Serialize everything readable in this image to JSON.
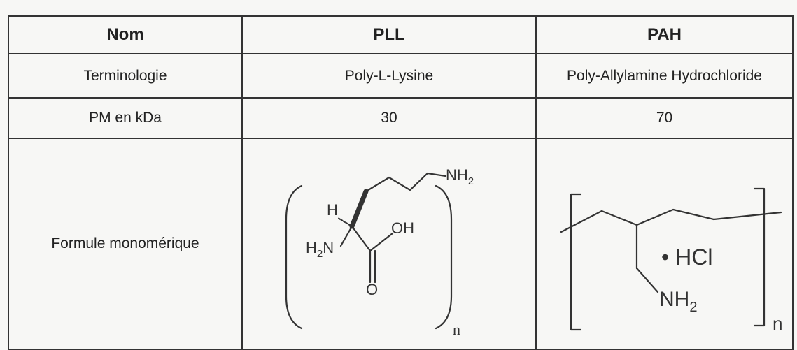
{
  "table": {
    "header": {
      "label": "Nom",
      "col_pll": "PLL",
      "col_pah": "PAH"
    },
    "rows": {
      "terminology": {
        "label": "Terminologie",
        "pll": "Poly-L-Lysine",
        "pah": "Poly-Allylamine Hydrochloride"
      },
      "molecular_weight": {
        "label": "PM en kDa",
        "pll": "30",
        "pah": "70"
      },
      "formula": {
        "label": "Formule monomérique"
      }
    }
  },
  "pll_structure": {
    "amine_top": "NH",
    "amine_top_sub": "2",
    "stereo_h": "H",
    "amine_left": "H",
    "amine_left_sub": "2",
    "amine_left_tail": "N",
    "hydroxyl": "OH",
    "carbonyl_o": "O",
    "repeat": "n"
  },
  "pah_structure": {
    "salt": "• HCl",
    "amine": "NH",
    "amine_sub": "2",
    "repeat": "n"
  }
}
